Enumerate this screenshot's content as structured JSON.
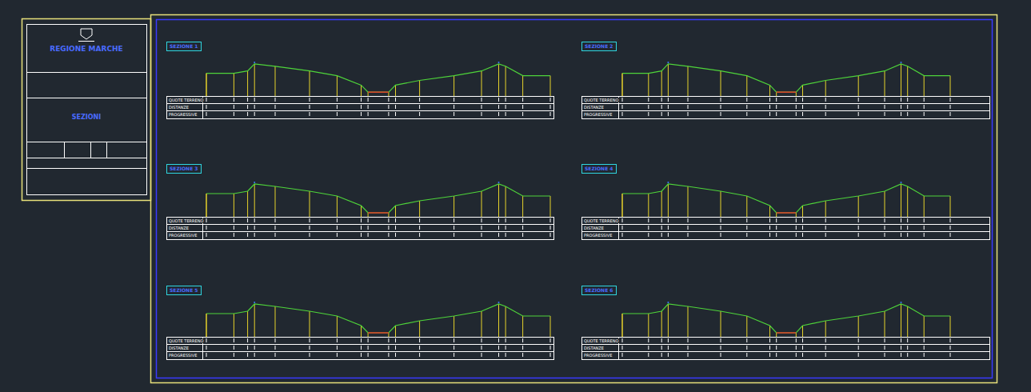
{
  "diagram": {
    "nodes": [
      {
        "text": [
          "REGIONE MARCHE",
          "SEZIONI"
        ]
      },
      {
        "text": [
          "SEZIONE 1"
        ]
      },
      {
        "text": [
          "SEZIONE 2"
        ]
      },
      {
        "text": [
          "SEZIONE 3"
        ]
      },
      {
        "text": [
          "SEZIONE 4"
        ]
      },
      {
        "text": [
          "SEZIONE 5"
        ]
      },
      {
        "text": [
          "SEZIONE 6"
        ]
      }
    ],
    "labels": [
      "QUOTE TERRENO",
      "DISTANZE",
      "PROGRESSIVE",
      "QUOTE TERRENO",
      "DISTANZE",
      "PROGRESSIVE",
      "QUOTE TERRENO",
      "DISTANZE",
      "PROGRESSIVE",
      "QUOTE TERRENO",
      "DISTANZE",
      "PROGRESSIVE",
      "QUOTE TERRENO",
      "DISTANZE",
      "PROGRESSIVE",
      "QUOTE TERRENO",
      "DISTANZE",
      "PROGRESSIVE"
    ]
  }
}
